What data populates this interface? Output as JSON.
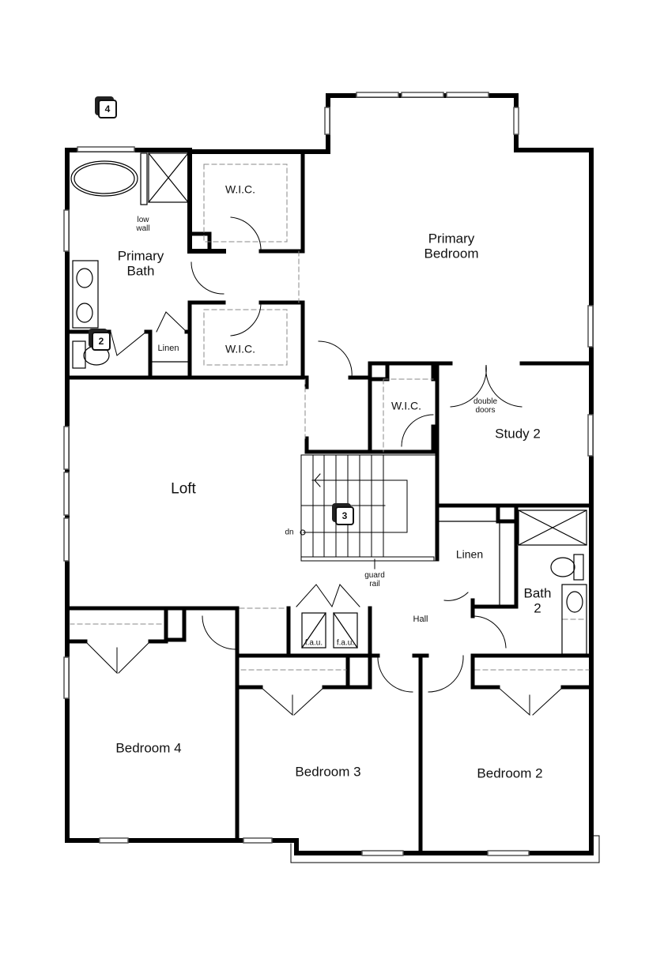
{
  "plan": {
    "type": "floor-plan",
    "level": "upper",
    "wall_color": "#000000",
    "background": "#ffffff"
  },
  "markers": [
    {
      "id": "4",
      "label": "4"
    },
    {
      "id": "2",
      "label": "2"
    },
    {
      "id": "3",
      "label": "3"
    }
  ],
  "rooms": {
    "primary_bedroom": "Primary\nBedroom",
    "primary_bath": "Primary\nBath",
    "wic_top": "W.I.C.",
    "wic_bottom": "W.I.C.",
    "wic_study": "W.I.C.",
    "linen_primary": "Linen",
    "loft": "Loft",
    "study_2": "Study 2",
    "linen_hall": "Linen",
    "bath_2": "Bath\n2",
    "hall": "Hall",
    "bedroom_4": "Bedroom 4",
    "bedroom_3": "Bedroom 3",
    "bedroom_2": "Bedroom 2"
  },
  "annotations": {
    "low_wall": "low\nwall",
    "double_doors": "double\ndoors",
    "dn": "dn",
    "guard_rail": "guard\nrail",
    "fau_1": "f.a.u.",
    "fau_2": "f.a.u."
  }
}
